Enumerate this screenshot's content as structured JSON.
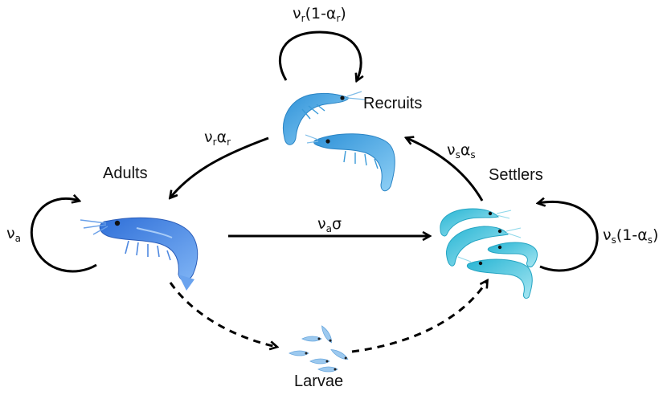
{
  "stages": {
    "recruits": "Recruits",
    "adults": "Adults",
    "settlers": "Settlers",
    "larvae": "Larvae"
  },
  "rates": {
    "recruit_stay": {
      "base": "ν",
      "sub1": "r",
      "mid": "(1-α",
      "sub2": "r",
      "end": ")"
    },
    "recruit_to_adult": {
      "base": "ν",
      "sub1": "r",
      "mid": "α",
      "sub2": "r",
      "end": ""
    },
    "settler_to_recruit": {
      "base": "ν",
      "sub1": "s",
      "mid": "α",
      "sub2": "s",
      "end": ""
    },
    "settler_stay": {
      "base": "ν",
      "sub1": "s",
      "mid": "(1-α",
      "sub2": "s",
      "end": ")"
    },
    "adult_stay": {
      "base": "ν",
      "sub1": "a",
      "mid": "",
      "sub2": "",
      "end": ""
    },
    "adult_to_settler": {
      "base": "ν",
      "sub1": "a",
      "mid": "σ",
      "sub2": "",
      "end": ""
    }
  },
  "colors": {
    "arrow": "#000000",
    "adult_shrimp": "#3f7fe0",
    "recruit_shrimp": "#3aa6e6",
    "settler_shrimp": "#45c7e0",
    "larva": "#8fc3ee"
  },
  "icons": [
    "shrimp-adult-icon",
    "shrimp-recruit-icon",
    "shrimp-settler-icon",
    "larva-icon"
  ]
}
